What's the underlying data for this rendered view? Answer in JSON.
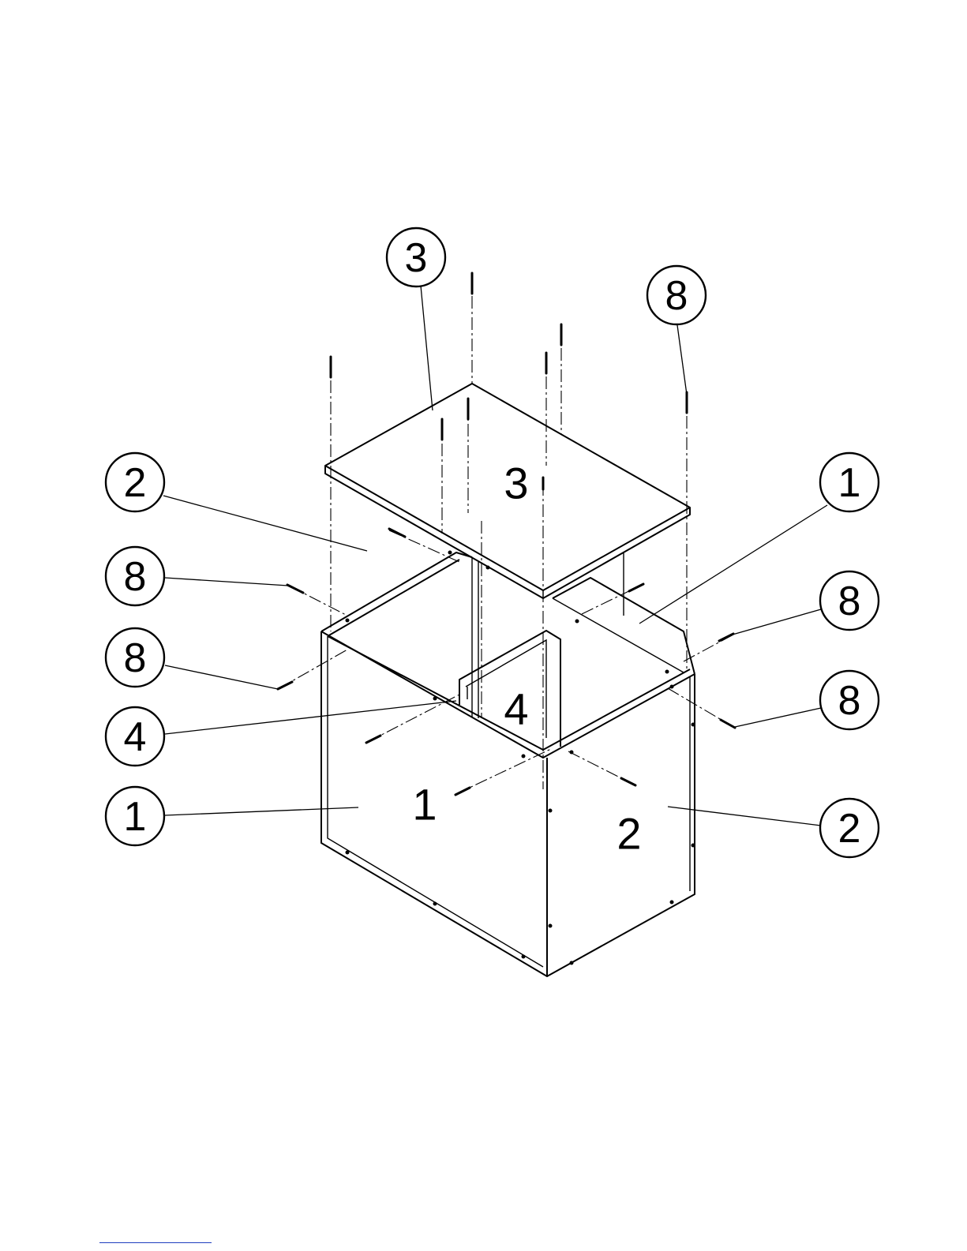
{
  "diagram": {
    "type": "exploded-assembly-isometric",
    "balloons": [
      {
        "id": "balloon-3-top",
        "label": "3"
      },
      {
        "id": "balloon-8-top-right",
        "label": "8"
      },
      {
        "id": "balloon-2-left",
        "label": "2"
      },
      {
        "id": "balloon-1-right",
        "label": "1"
      },
      {
        "id": "balloon-8-left-upper",
        "label": "8"
      },
      {
        "id": "balloon-8-right-upper",
        "label": "8"
      },
      {
        "id": "balloon-8-left-lower",
        "label": "8"
      },
      {
        "id": "balloon-8-right-lower",
        "label": "8"
      },
      {
        "id": "balloon-4-left",
        "label": "4"
      },
      {
        "id": "balloon-1-left",
        "label": "1"
      },
      {
        "id": "balloon-2-right",
        "label": "2"
      }
    ],
    "part_labels": {
      "top_panel": "3",
      "divider": "4",
      "front_panel": "1",
      "side_panel": "2"
    }
  },
  "colors": {
    "line": "#000000",
    "background": "#ffffff",
    "footer_link": "#1f3fbf"
  }
}
